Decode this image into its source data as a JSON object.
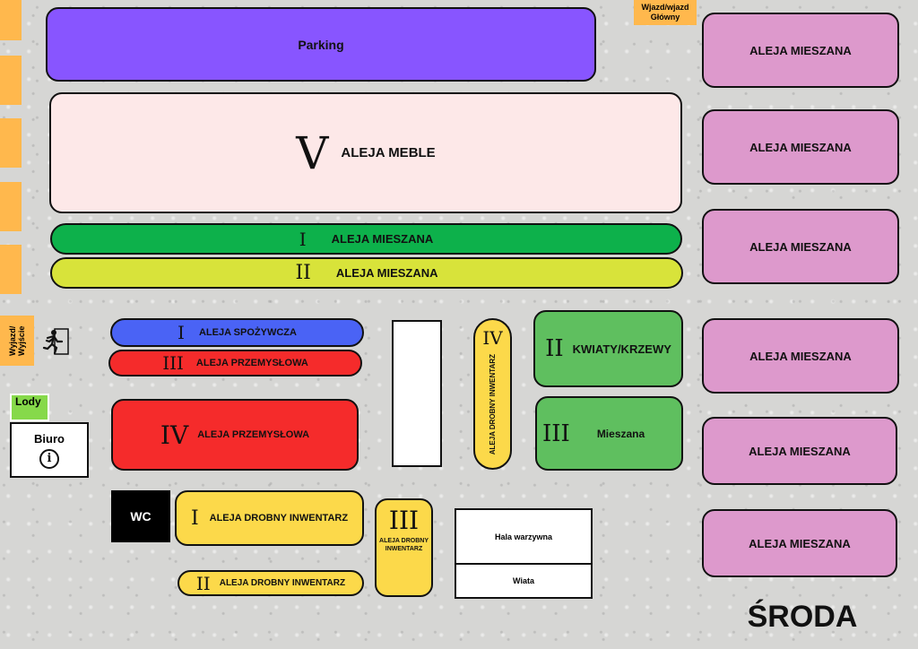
{
  "labels": {
    "parking": "Parking",
    "main_entrance": "Wjazd/wjazd Główny",
    "side_entrance": "Wyjazd/ Wyjście",
    "meble_num": "V",
    "meble": "ALEJA MEBLE",
    "mieszana_label": "ALEJA MIESZANA",
    "green_num": "I",
    "lime_num": "II",
    "spozywcza_num": "I",
    "spozywcza": "ALEJA SPOŻYWCZA",
    "przem3_num": "III",
    "przem3": "ALEJA PRZEMYSŁOWA",
    "przem4_num": "IV",
    "przem4": "ALEJA PRZEMYSŁOWA",
    "drobny4_num": "IV",
    "drobny4": "ALEJA DROBNY INWENTARZ",
    "kwiaty_num": "II",
    "kwiaty": "KWIATY/KRZEWY",
    "mieszana_green_num": "III",
    "mieszana_green": "Mieszana",
    "lody": "Lody",
    "biuro": "Biuro",
    "info_icon": "i",
    "wc": "WC",
    "drobny1_num": "I",
    "drobny1": "ALEJA DROBNY INWENTARZ",
    "drobny2_num": "II",
    "drobny2": "ALEJA DROBNY INWENTARZ",
    "drobny3_num": "III",
    "drobny3": "ALEJA DROBNY INWENTARZ",
    "hala": "Hala warzywna",
    "wiata": "Wiata",
    "day": "ŚRODA"
  },
  "colors": {
    "parking": "#8855ff",
    "meble": "#fde8e8",
    "green": "#0db14b",
    "lime": "#d8e33a",
    "blue": "#4a63f5",
    "red": "#f52b2b",
    "yellow": "#fcd94a",
    "leaf": "#5fbf5f",
    "mixed": "#dd99cc",
    "orange": "#ffb84d",
    "lody": "#86d94a"
  },
  "icons": [
    "exit-running-man-icon",
    "info-icon"
  ]
}
